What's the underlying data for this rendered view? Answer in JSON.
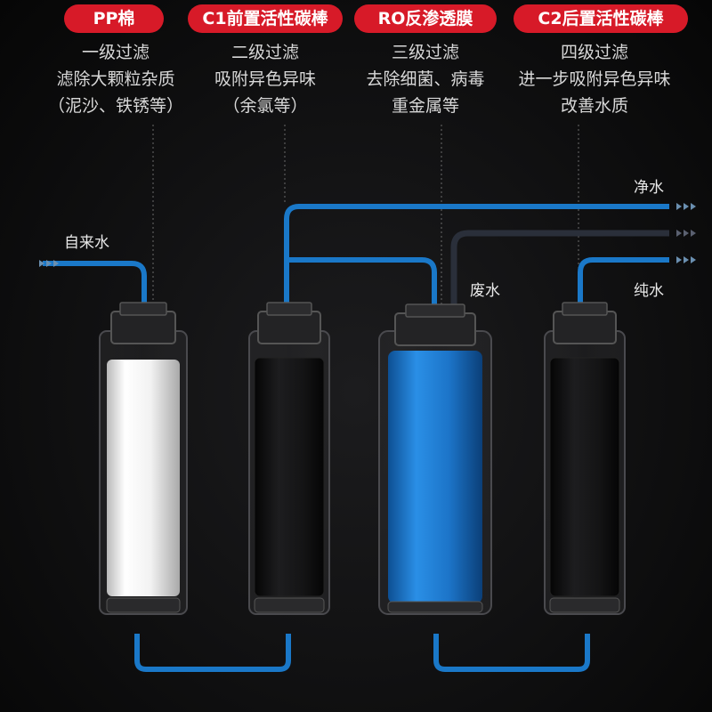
{
  "stages": [
    {
      "badge": "PP棉",
      "lines": [
        "一级过滤",
        "滤除大颗粒杂质",
        "（泥沙、铁锈等）"
      ],
      "cartridge": "white-cotton"
    },
    {
      "badge": "C1前置活性碳棒",
      "lines": [
        "二级过滤",
        "吸附异色异味",
        "（余氯等）"
      ],
      "cartridge": "carbon"
    },
    {
      "badge": "RO反渗透膜",
      "lines": [
        "三级过滤",
        "去除细菌、病毒",
        "重金属等"
      ],
      "cartridge": "ro-membrane"
    },
    {
      "badge": "C2后置活性碳棒",
      "lines": [
        "四级过滤",
        "进一步吸附异色异味",
        "改善水质"
      ],
      "cartridge": "carbon"
    }
  ],
  "flows": {
    "inlet": "自来水",
    "clean": "净水",
    "waste": "废水",
    "pure": "纯水"
  },
  "colors": {
    "badge": "#d71a28",
    "pipe": "#1a78c8",
    "waste_pipe": "#2a2f3a",
    "ro_blue": "#1f7fd6"
  }
}
